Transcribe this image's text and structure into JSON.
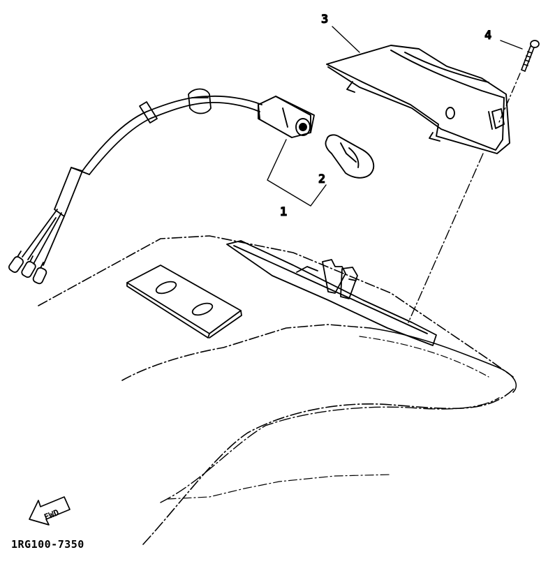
{
  "diagram": {
    "callouts": {
      "part_1": "1",
      "part_2": "2",
      "part_3": "3",
      "part_4": "4"
    },
    "direction_label": "FWD",
    "figure_code": "1RG100-7350"
  },
  "colors": {
    "ink": "#000000",
    "paper": "#ffffff"
  }
}
